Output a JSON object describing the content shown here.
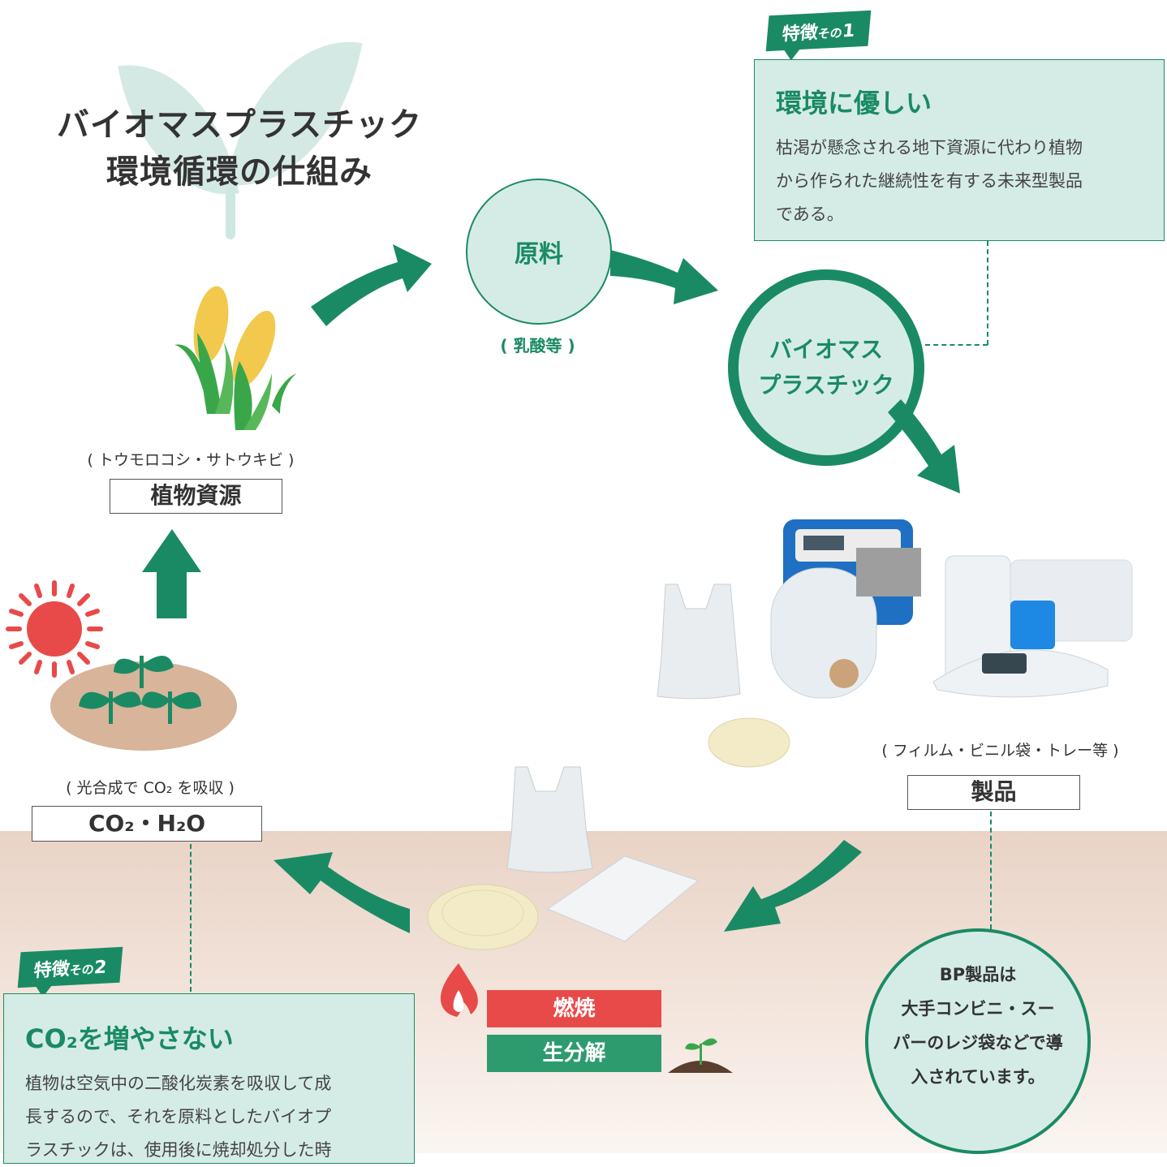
{
  "title": {
    "line1": "バイオマスプラスチック",
    "line2": "環境循環の仕組み"
  },
  "nodes": {
    "genryo": {
      "label": "原料",
      "sub": "( 乳酸等 )"
    },
    "biomass_plastic": {
      "line1": "バイオマス",
      "line2": "プラスチック"
    },
    "plant": {
      "sub": "( トウモロコシ・サトウキビ )",
      "label": "植物資源"
    },
    "products": {
      "sub": "( フィルム・ビニル袋・トレー等 )",
      "label": "製品"
    },
    "co2": {
      "sub": "( 光合成で CO₂ を吸収 )",
      "label": "CO₂・H₂O"
    }
  },
  "feature1": {
    "tag": "特徴",
    "tag_small": "その",
    "tag_num": "1",
    "heading": "環境に優しい",
    "lines": [
      "枯渇が懸念される地下資源に代わり植物",
      "から作られた継続性を有する未来型製品",
      "である。"
    ]
  },
  "feature2": {
    "tag": "特徴",
    "tag_small": "その",
    "tag_num": "2",
    "heading": "CO₂を増やさない",
    "lines": [
      "植物は空気中の二酸化炭素を吸収して成",
      "長するので、それを原料としたバイオプ",
      "ラスチックは、使用後に焼却処分した時"
    ]
  },
  "disposal": {
    "burn": "燃焼",
    "biodegrade": "生分解"
  },
  "bp_note": {
    "lines": [
      "BP製品は",
      "大手コンビニ・スー",
      "パーのレジ袋などで導",
      "入されています。"
    ]
  },
  "colors": {
    "green": "#1a8a64",
    "light_green": "#d5ece6",
    "red": "#e84a4a"
  }
}
